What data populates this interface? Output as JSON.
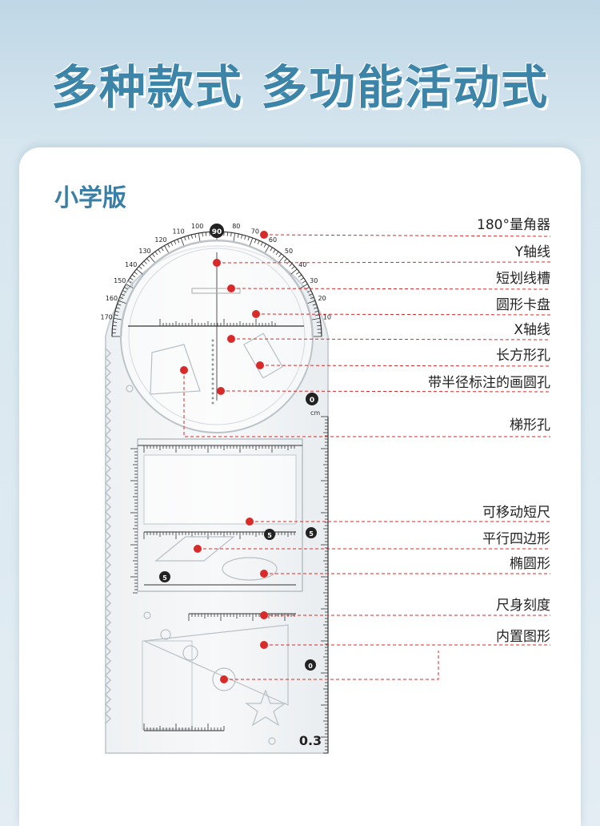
{
  "headline": "多种款式 多功能活动式",
  "edition": "小学版",
  "labels": [
    {
      "text": "180°量角器"
    },
    {
      "text": "Y轴线"
    },
    {
      "text": "短划线槽"
    },
    {
      "text": "圆形卡盘"
    },
    {
      "text": "X轴线"
    },
    {
      "text": "长方形孔"
    },
    {
      "text": "带半径标注的画圆孔"
    },
    {
      "text": "梯形孔"
    },
    {
      "text": "可移动短尺"
    },
    {
      "text": "平行四边形"
    },
    {
      "text": "椭圆形"
    },
    {
      "text": "尺身刻度"
    },
    {
      "text": "内置图形"
    }
  ],
  "ruler_marks": {
    "protractor_top": "90",
    "protractor_degrees": [
      "10",
      "20",
      "30",
      "40",
      "50",
      "60",
      "70",
      "80",
      "100",
      "110",
      "120",
      "130",
      "140",
      "150",
      "160",
      "170"
    ],
    "badge_1": "0",
    "badge_2": "5",
    "badge_3": "5",
    "badge_4": "5",
    "badge_5": "0",
    "cm_unit": "cm",
    "bottom_mark": "0.3"
  },
  "colors": {
    "accent": "#3c84a8",
    "marker": "#d92a2a",
    "leader": "#d92a2a"
  }
}
